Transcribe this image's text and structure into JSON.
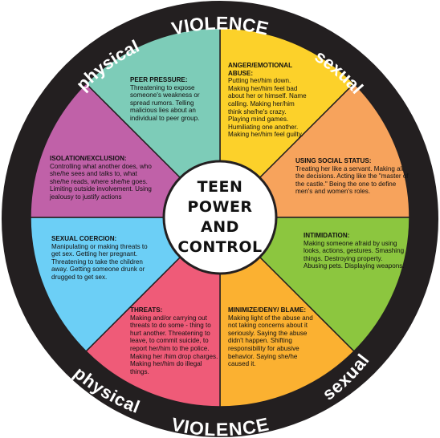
{
  "ring": {
    "top_label": "VIOLENCE",
    "bottom_label": "VIOLENCE",
    "upper_left_label": "physical",
    "lower_left_label": "physical",
    "upper_right_label": "sexual",
    "lower_right_label": "sexual",
    "ring_color": "#231f20"
  },
  "center": {
    "line1": "TEEN",
    "line2": "POWER",
    "line3": "AND",
    "line4": "CONTROL"
  },
  "segments": [
    {
      "title": "PEER PRESSURE:",
      "body": "Threatening to expose someone's weakness or spread rumors.  Telling malicious lies about an individual to peer group.",
      "color": "#fcd12a"
    },
    {
      "title": "ANGER/EMOTIONAL ABUSE:",
      "body": "Putting her/him down. Making her/him feel bad about her or himself. Name calling.  Making her/him think she/he's crazy.  Playing mind games.  Humiliating one another.  Making her/him feel guilty.",
      "color": "#f7a35c"
    },
    {
      "title": "USING SOCIAL STATUS:",
      "body": "Treating her like a servant. Making all the decisions. Acting like the \"master of the castle.\"  Being the one to define men's and women's roles.",
      "color": "#8cc63f"
    },
    {
      "title": "INTIMIDATION:",
      "body": "Making someone afraid by using looks, actions, gestures.  Smashing things. Destroying property. Abusing pets.  Displaying weapons.",
      "color": "#fbb131"
    },
    {
      "title": "MINIMIZE/DENY/ BLAME:",
      "body": "Making light of the abuse and not taking concerns about it seriously.  Saying the abuse didn't happen. Shifting responsibility for abusive behavior.  Saying she/he caused it.",
      "color": "#ef5b78"
    },
    {
      "title": "THREATS:",
      "body": "Making and/or carrying out threats to do some  - thing to hurt  another. Threatening to  leave, to commit suicide, to report her/him to the police. Making her /him drop charges.  Making her/him do illegal things.",
      "color": "#6ccff6"
    },
    {
      "title": "SEXUAL COERCION:",
      "body": "Manipulating or making threats to get sex.  Getting her pregnant.  Threatening to take the children away.  Getting someone drunk or drugged to get sex.",
      "color": "#c061a8"
    },
    {
      "title": "ISOLATION/EXCLUSION:",
      "body": "Controlling what another does, who she/he sees and talks to, what she/he reads, where she/he goes.  Limiting outside involvement.  Using jealousy to justify actions",
      "color": "#7dccb8"
    }
  ]
}
